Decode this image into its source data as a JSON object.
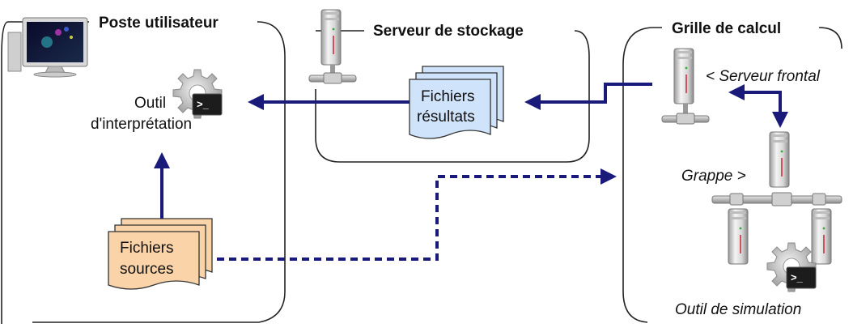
{
  "zones": {
    "poste": {
      "title": "Poste utilisateur"
    },
    "stockage": {
      "title": "Serveur de stockage"
    },
    "grille": {
      "title": "Grille de calcul"
    }
  },
  "tools": {
    "interpretation": {
      "line1": "Outil",
      "line2": "d'interprétation"
    },
    "simulation": {
      "label": "Outil de simulation"
    }
  },
  "files": {
    "resultats": {
      "line1": "Fichiers",
      "line2": "résultats",
      "color": "#cfe3fb"
    },
    "sources": {
      "line1": "Fichiers",
      "line2": "sources",
      "color": "#fbd3a8"
    }
  },
  "servers": {
    "frontal": "< Serveur frontal",
    "grappe": "Grappe >"
  },
  "colors": {
    "arrow": "#1a1a7a",
    "border": "#222222"
  }
}
